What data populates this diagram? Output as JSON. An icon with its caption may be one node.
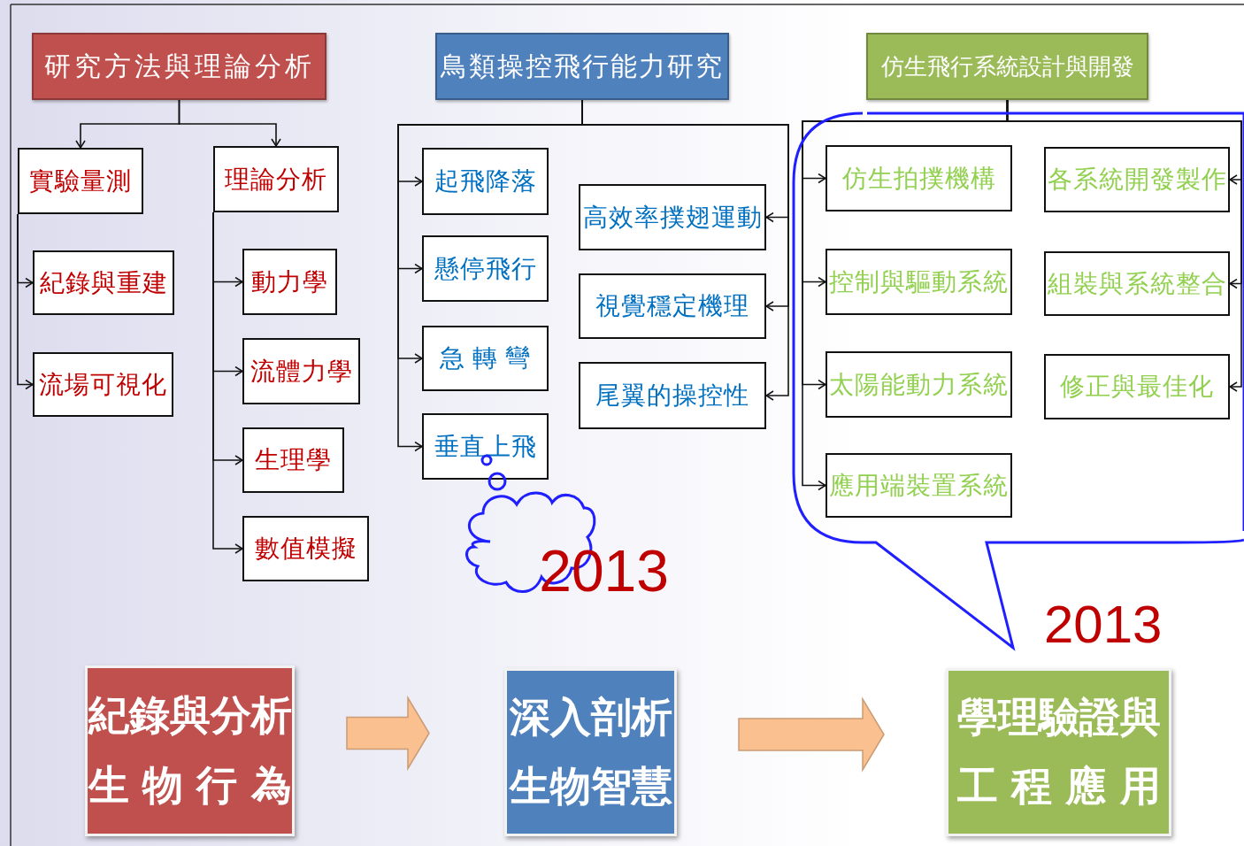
{
  "diagram": {
    "nodes": [
      {
        "text": [
          "研究方法與理論分析"
        ]
      },
      {
        "text": [
          "實驗量測"
        ]
      },
      {
        "text": [
          "理論分析"
        ]
      },
      {
        "text": [
          "紀錄與重建"
        ]
      },
      {
        "text": [
          "流場可視化"
        ]
      },
      {
        "text": [
          "動力學"
        ]
      },
      {
        "text": [
          "流體力學"
        ]
      },
      {
        "text": [
          "生理學"
        ]
      },
      {
        "text": [
          "數值模擬"
        ]
      },
      {
        "text": [
          "鳥類操控飛行能力研究"
        ]
      },
      {
        "text": [
          "起飛降落"
        ]
      },
      {
        "text": [
          "懸停飛行"
        ]
      },
      {
        "text": [
          "急 轉 彎"
        ]
      },
      {
        "text": [
          "垂直上飛"
        ]
      },
      {
        "text": [
          "高效率撲翅運動"
        ]
      },
      {
        "text": [
          "視覺穩定機理"
        ]
      },
      {
        "text": [
          "尾翼的操控性"
        ]
      },
      {
        "text": [
          "仿生飛行系統設計與開發"
        ]
      },
      {
        "text": [
          "仿生拍撲機構"
        ]
      },
      {
        "text": [
          "控制與驅動系統"
        ]
      },
      {
        "text": [
          "太陽能動力系統"
        ]
      },
      {
        "text": [
          "應用端裝置系統"
        ]
      },
      {
        "text": [
          "各系統開發製作"
        ]
      },
      {
        "text": [
          "組裝與系統整合"
        ]
      },
      {
        "text": [
          "修正與最佳化"
        ]
      },
      {
        "text": [
          "2013"
        ]
      },
      {
        "text": [
          "紀錄與分析生物行為"
        ]
      },
      {
        "text": [
          "深入剖析生物智慧"
        ]
      },
      {
        "text": [
          "學理驗證與工程應用"
        ]
      }
    ],
    "edges": [
      {
        "from": 0,
        "to": 1,
        "arrow": "to"
      },
      {
        "from": 0,
        "to": 2,
        "arrow": "to"
      },
      {
        "from": 1,
        "to": 3,
        "arrow": "to"
      },
      {
        "from": 1,
        "to": 4,
        "arrow": "to"
      },
      {
        "from": 2,
        "to": 5,
        "arrow": "to"
      },
      {
        "from": 2,
        "to": 6,
        "arrow": "to"
      },
      {
        "from": 2,
        "to": 7,
        "arrow": "to"
      },
      {
        "from": 2,
        "to": 8,
        "arrow": "to"
      },
      {
        "from": 9,
        "to": 10,
        "arrow": "to"
      },
      {
        "from": 9,
        "to": 11,
        "arrow": "to"
      },
      {
        "from": 9,
        "to": 12,
        "arrow": "to"
      },
      {
        "from": 9,
        "to": 13,
        "arrow": "to"
      },
      {
        "from": 9,
        "to": 14,
        "arrow": "to"
      },
      {
        "from": 9,
        "to": 15,
        "arrow": "to"
      },
      {
        "from": 9,
        "to": 16,
        "arrow": "to"
      },
      {
        "from": 17,
        "to": 18,
        "arrow": "to"
      },
      {
        "from": 17,
        "to": 19,
        "arrow": "to"
      },
      {
        "from": 17,
        "to": 20,
        "arrow": "to"
      },
      {
        "from": 17,
        "to": 21,
        "arrow": "to"
      },
      {
        "from": 17,
        "to": 22,
        "arrow": "to"
      },
      {
        "from": 17,
        "to": 23,
        "arrow": "to"
      },
      {
        "from": 17,
        "to": 24,
        "arrow": "to"
      },
      {
        "from": 26,
        "to": 27,
        "arrow": "to",
        "style": "thick",
        "color": "#fac090"
      },
      {
        "from": 27,
        "to": 28,
        "arrow": "to",
        "style": "thick",
        "color": "#fac090"
      }
    ],
    "labels": [
      "2013"
    ]
  }
}
